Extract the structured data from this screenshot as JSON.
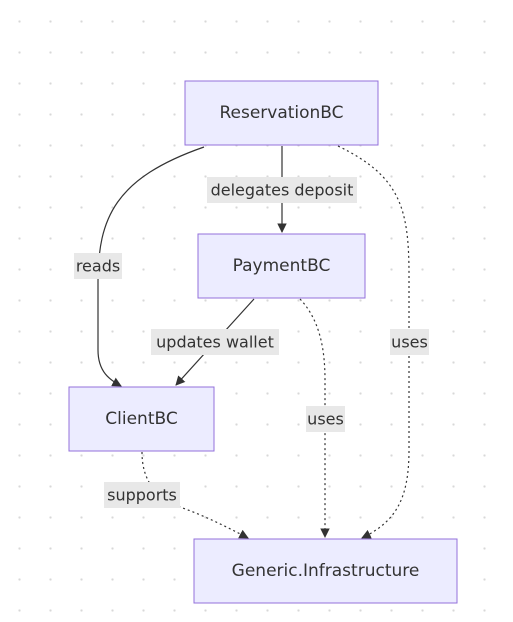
{
  "diagram": {
    "nodes": {
      "reservation": "ReservationBC",
      "payment": "PaymentBC",
      "client": "ClientBC",
      "infrastructure": "Generic.Infrastructure"
    },
    "edges": {
      "reservation_payment": "delegates deposit",
      "reservation_client": "reads",
      "payment_client": "updates wallet",
      "payment_infrastructure": "uses",
      "reservation_infrastructure": "uses",
      "client_infrastructure": "supports"
    },
    "colors": {
      "node_fill": "#ececff",
      "node_stroke": "#9370db",
      "edge": "#333333",
      "label_background": "#e8e8e8"
    }
  }
}
